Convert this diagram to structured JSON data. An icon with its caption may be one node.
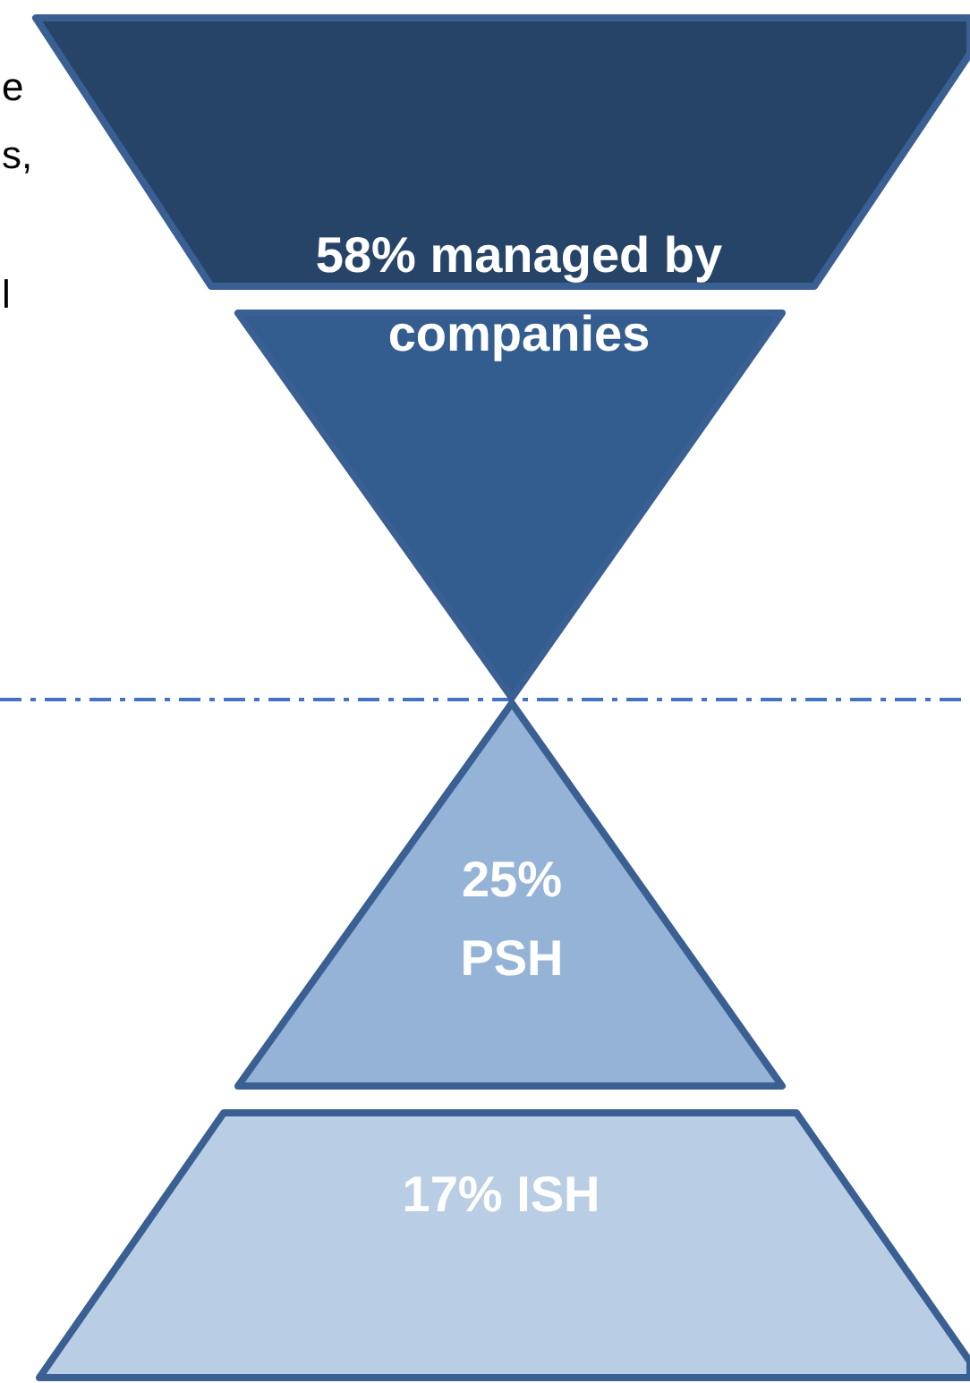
{
  "diagram": {
    "nodes": [
      {
        "text": [],
        "shape": "trapezoid"
      },
      {
        "text": [
          "58% managed by companies"
        ]
      },
      {
        "text": [
          "25% PSH"
        ]
      },
      {
        "text": [
          "17% ISH"
        ]
      }
    ],
    "labels": [
      "e",
      "s,",
      "l"
    ]
  }
}
